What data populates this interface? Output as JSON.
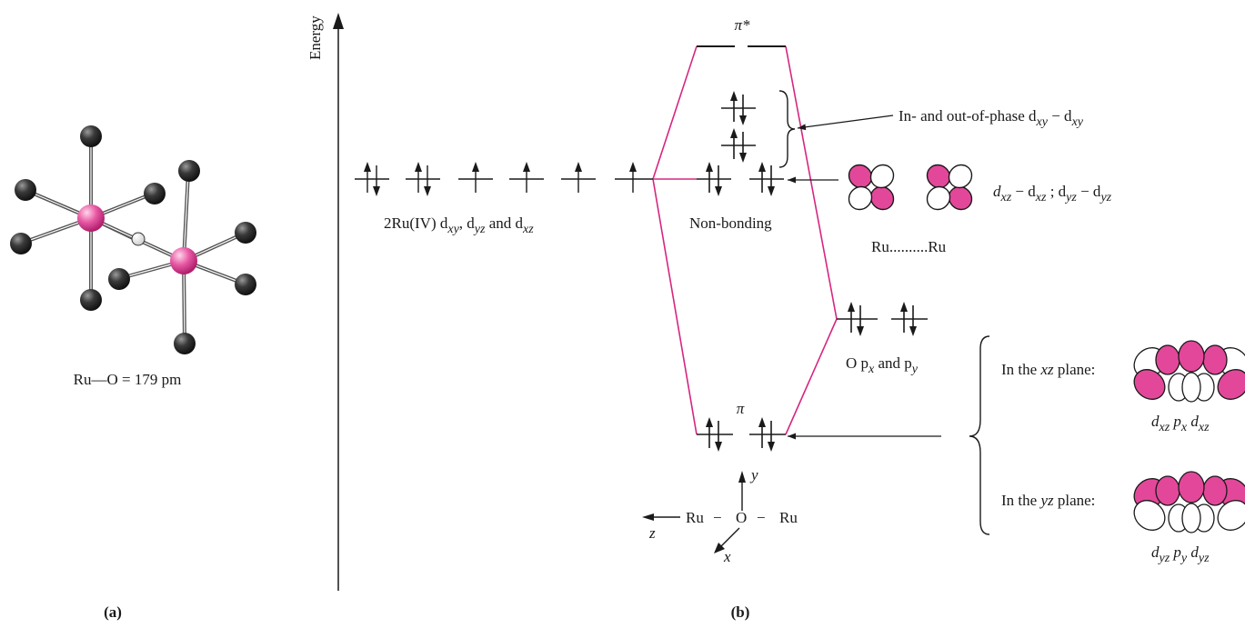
{
  "panel_a": {
    "caption": "(a)",
    "bond_label": "Ru—O = 179 pm"
  },
  "panel_b": {
    "caption": "(b)",
    "axis_label": "Energy",
    "pi_star": "π*",
    "pi": "π",
    "ru_levels_label": {
      "prefix": "2Ru(IV) d",
      "s1": "xy",
      "mid1": ", d",
      "s2": "yz",
      "mid2": " and d",
      "s3": "xz"
    },
    "nonbonding": "Non-bonding",
    "phase_label": {
      "prefix": "In- and out-of-phase d",
      "s1": "xy",
      "mid": " − d",
      "s2": "xy"
    },
    "dxz_label": {
      "a": "d",
      "s1": "xz",
      "b": " − d",
      "s2": "xz",
      "c": " ; d",
      "s3": "yz",
      "d": " − d",
      "s4": "yz"
    },
    "ru_ru": "Ru..........Ru",
    "o_label": {
      "a": "O p",
      "s1": "x",
      "b": " and p",
      "s2": "y"
    },
    "xz_plane": {
      "a": "In the ",
      "b": "xz",
      "c": " plane:"
    },
    "xz_combo": {
      "a": "d",
      "s1": "xz",
      "b": " p",
      "s2": "x",
      "c": " d",
      "s3": "xz"
    },
    "yz_plane": {
      "a": "In the ",
      "b": "yz",
      "c": " plane:"
    },
    "yz_combo": {
      "a": "d",
      "s1": "yz",
      "b": " p",
      "s2": "y",
      "c": " d",
      "s3": "yz"
    },
    "axes": {
      "y": "y",
      "z": "z",
      "x": "x",
      "ru1": "Ru",
      "o": "O",
      "ru2": "Ru",
      "dash": "−"
    }
  },
  "colors": {
    "accent": "#d6267f",
    "lobe": "#e3479a",
    "atom_dark": "#3a3a3a"
  }
}
